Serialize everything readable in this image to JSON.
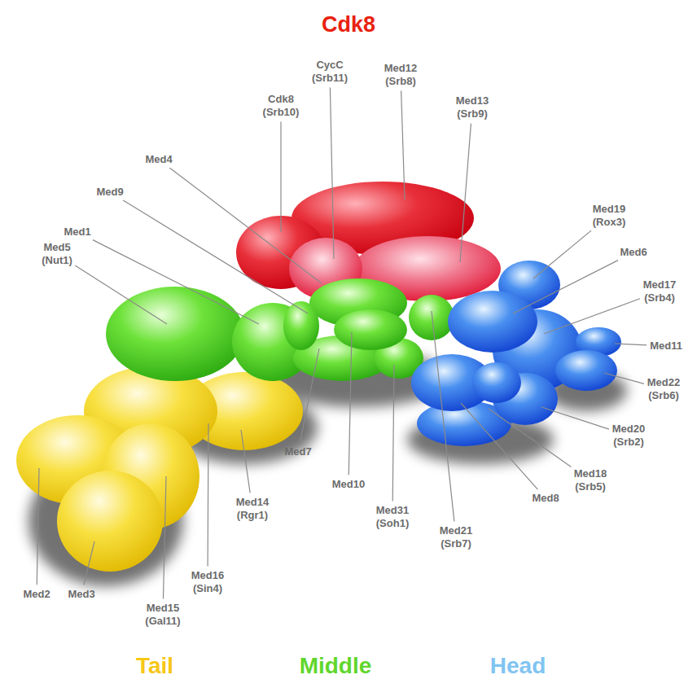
{
  "diagram": {
    "title": "Cdk8",
    "labels": [
      "Cdk8 (Srb10)",
      "CycC (Srb11)",
      "Med12 (Srb8)",
      "Med13 (Srb9)",
      "Med4",
      "Med9",
      "Med1",
      "Med5 (Nut1)",
      "Med19 (Rox3)",
      "Med6",
      "Med17 (Srb4)",
      "Med11",
      "Med22 (Srb6)",
      "Med20 (Srb2)",
      "Med18 (Srb5)",
      "Med8",
      "Med21 (Srb7)",
      "Med31 (Soh1)",
      "Med10",
      "Med7",
      "Med14 (Rgr1)",
      "Med16 (Sin4)",
      "Med15 (Gal11)",
      "Med3",
      "Med2",
      "Tail",
      "Middle",
      "Head"
    ]
  }
}
